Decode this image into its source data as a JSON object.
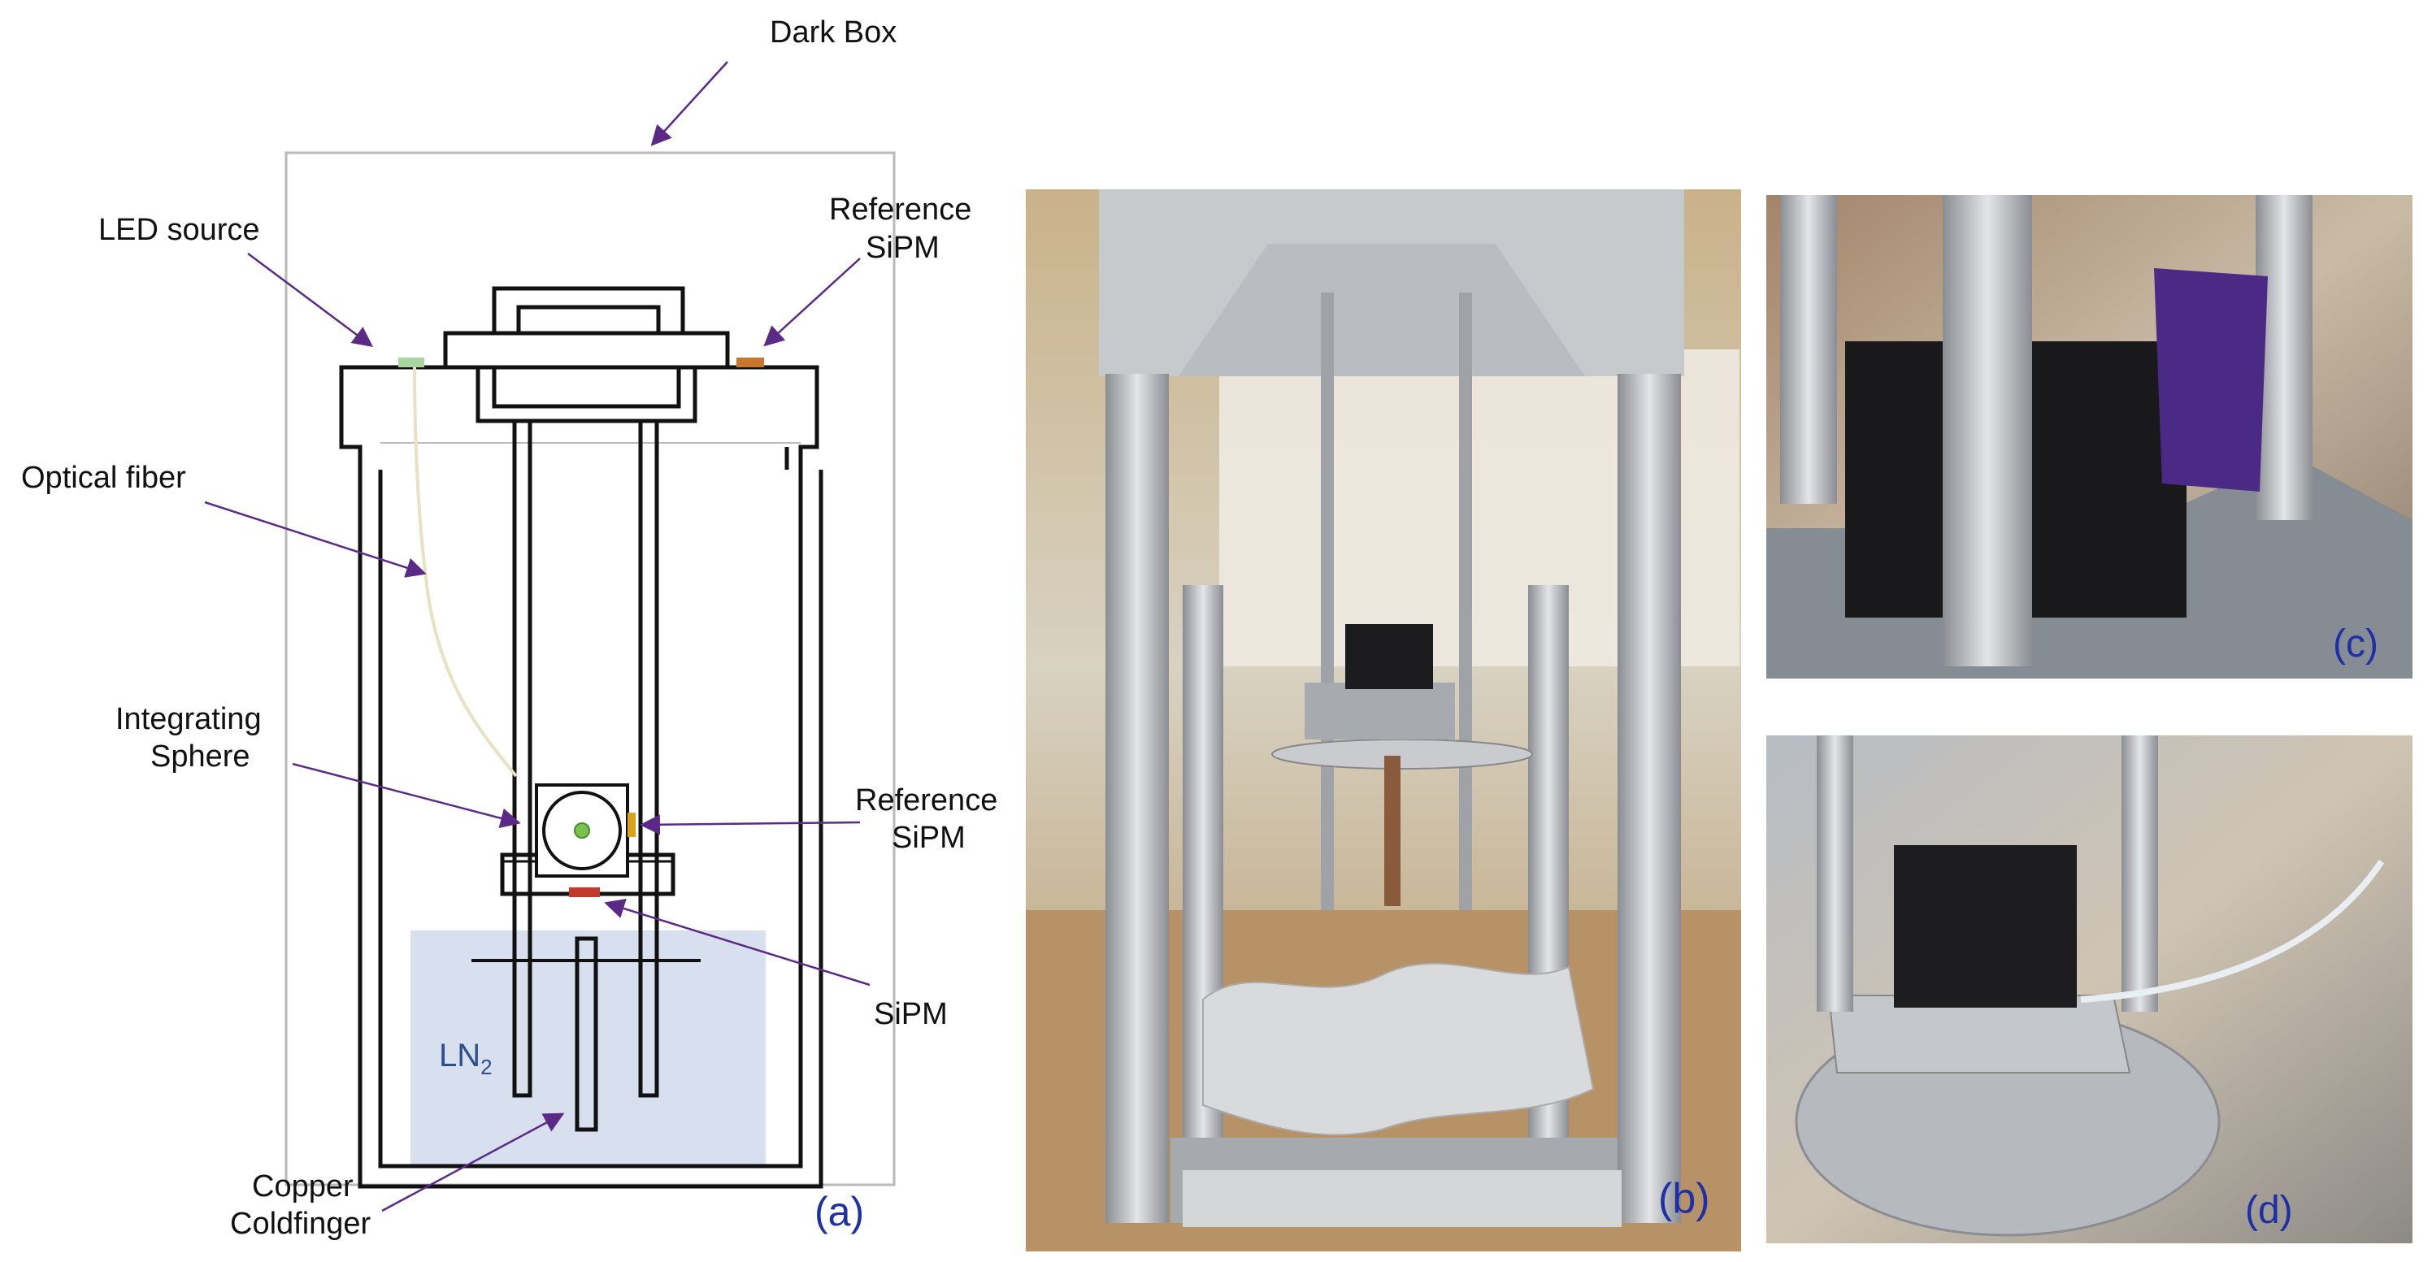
{
  "diagram": {
    "labels": {
      "dark_box": "Dark Box",
      "led_source": "LED source",
      "reference_sipm_top_line1": "Reference",
      "reference_sipm_top_line2": "SiPM",
      "optical_fiber": "Optical fiber",
      "integrating_sphere_line1": "Integrating",
      "integrating_sphere_line2": "Sphere",
      "reference_sipm_side_line1": "Reference",
      "reference_sipm_side_line2": "SiPM",
      "sipm": "SiPM",
      "ln2_main": "LN",
      "ln2_sub": "2",
      "copper_coldfinger_line1": "Copper",
      "copper_coldfinger_line2": "Coldfinger"
    },
    "panel_tag": "(a)"
  },
  "photos": {
    "b_tag": "(b)",
    "c_tag": "(c)",
    "d_tag": "(d)"
  },
  "colors": {
    "arrow": "#5b2a86",
    "ln2_fill": "#d8e0ef",
    "ln2_text": "#2d4f8f",
    "panel_tag": "#1f2fa6",
    "led_green": "#a9d6a0",
    "sipm_orange": "#c9772e",
    "sipm_red": "#c0392b",
    "sipm_yellow": "#d9a21b",
    "fiber": "#e7e2c4"
  }
}
